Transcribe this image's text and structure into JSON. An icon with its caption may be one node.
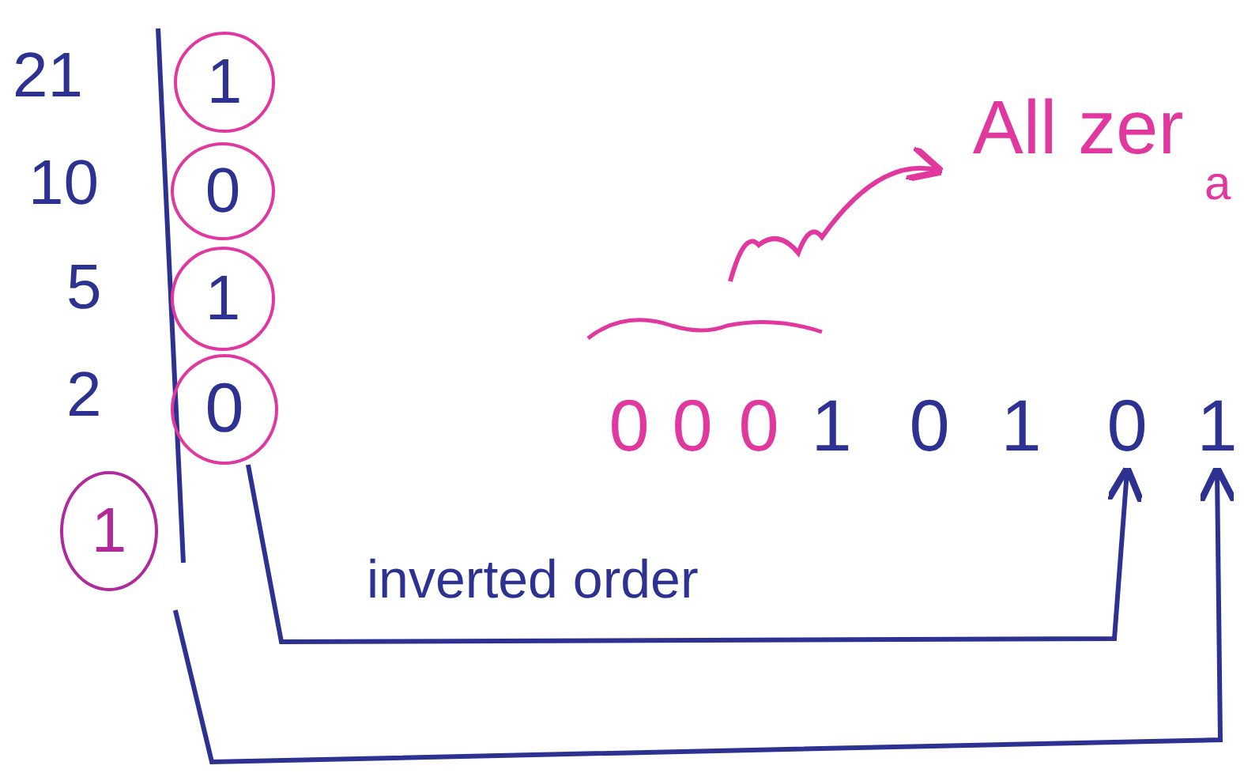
{
  "diagram": {
    "nodes": [
      {
        "text": [
          "1"
        ]
      },
      {
        "text": [
          "0"
        ]
      },
      {
        "text": [
          "1"
        ]
      },
      {
        "text": [
          "0"
        ]
      },
      {
        "text": [
          "1"
        ]
      },
      {
        "text": [
          "0"
        ]
      },
      {
        "text": [
          "0"
        ]
      },
      {
        "text": [
          "0"
        ]
      },
      {
        "text": [
          "1"
        ]
      },
      {
        "text": [
          "0"
        ]
      },
      {
        "text": [
          "1"
        ]
      },
      {
        "text": [
          "0"
        ]
      },
      {
        "text": [
          "1"
        ]
      },
      {
        "text": [
          "All zer"
        ]
      }
    ],
    "edges": [
      {
        "from": 3,
        "to": 11,
        "arrow": "to",
        "label": "inverted order"
      },
      {
        "from": 4,
        "to": 12,
        "arrow": "to"
      },
      {
        "from": null,
        "to": 13,
        "arrow": "to",
        "color": "#e0389f"
      }
    ],
    "labels": [
      "21",
      "10",
      "5",
      "2",
      "a"
    ]
  }
}
